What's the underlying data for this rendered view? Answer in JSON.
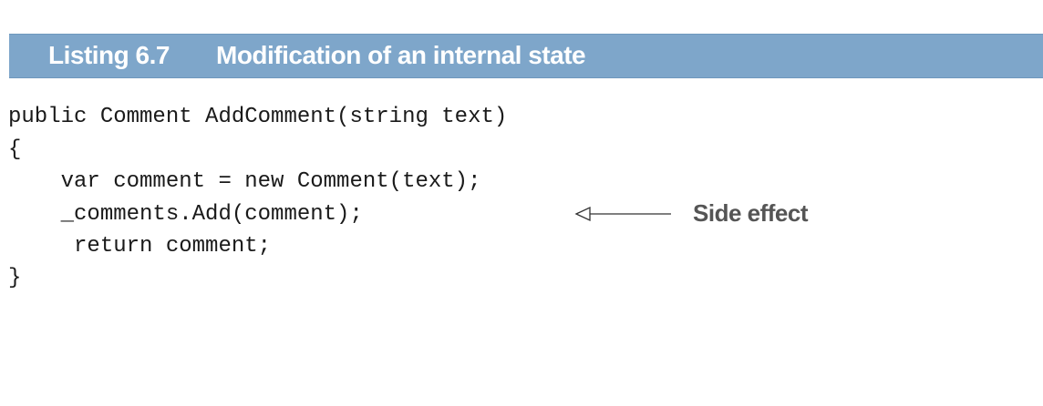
{
  "listing": {
    "number": "Listing 6.7",
    "title": "Modification of an internal state"
  },
  "code": {
    "lines": [
      "public Comment AddComment(string text)",
      "{",
      "    var comment = new Comment(text);",
      "    _comments.Add(comment);",
      "     return comment;",
      "}"
    ]
  },
  "annotation": {
    "label": "Side effect",
    "icon": "left-arrow-icon"
  },
  "colors": {
    "header_background": "#7ea6ca",
    "header_text": "#ffffff",
    "code_text": "#1a1a1a",
    "annotation_text": "#555555"
  }
}
